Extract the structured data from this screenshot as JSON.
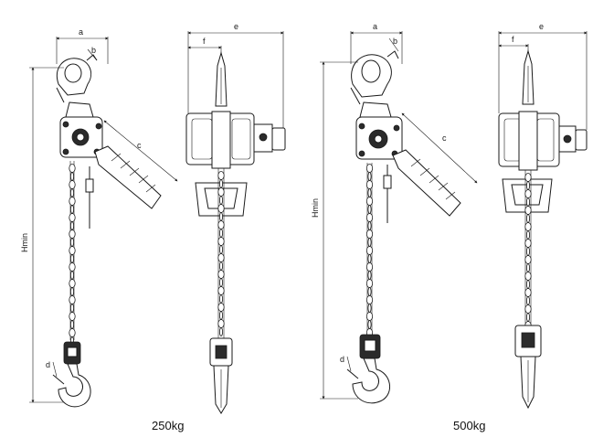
{
  "figures": [
    {
      "caption": "250kg",
      "dims": {
        "a": "a",
        "b": "b",
        "c": "c",
        "d": "d",
        "e": "e",
        "f": "f",
        "h": "Hmin"
      }
    },
    {
      "caption": "500kg",
      "dims": {
        "a": "a",
        "b": "b",
        "c": "c",
        "d": "d",
        "e": "e",
        "f": "f",
        "h": "Hmin"
      }
    }
  ]
}
